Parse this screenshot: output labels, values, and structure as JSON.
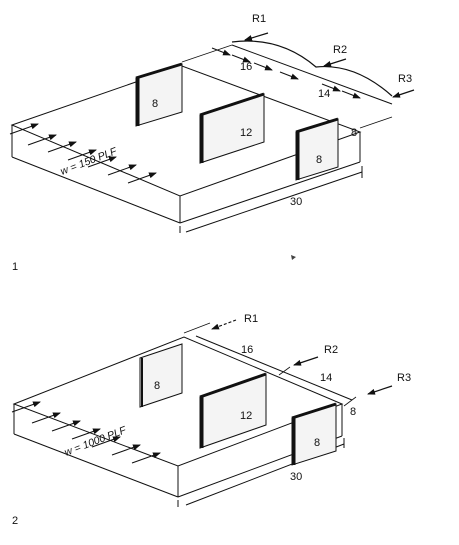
{
  "figure1": {
    "number": "1",
    "load_label": "w = 150 PLF",
    "reactions": [
      "R1",
      "R2",
      "R3"
    ],
    "dims": {
      "top_left": "16",
      "top_right": "14",
      "right": "8",
      "front": "30"
    },
    "walls": {
      "left": "8",
      "middle": "12",
      "right": "8"
    }
  },
  "figure2": {
    "number": "2",
    "load_label": "w = 1000 PLF",
    "reactions": [
      "R1",
      "R2",
      "R3"
    ],
    "dims": {
      "top_left": "16",
      "top_right": "14",
      "right": "8",
      "front": "30"
    },
    "walls": {
      "left": "8",
      "middle": "12",
      "right": "8"
    }
  },
  "colors": {
    "ink": "#111111",
    "wall_fill": "#f4f4f4",
    "background": "#ffffff"
  }
}
